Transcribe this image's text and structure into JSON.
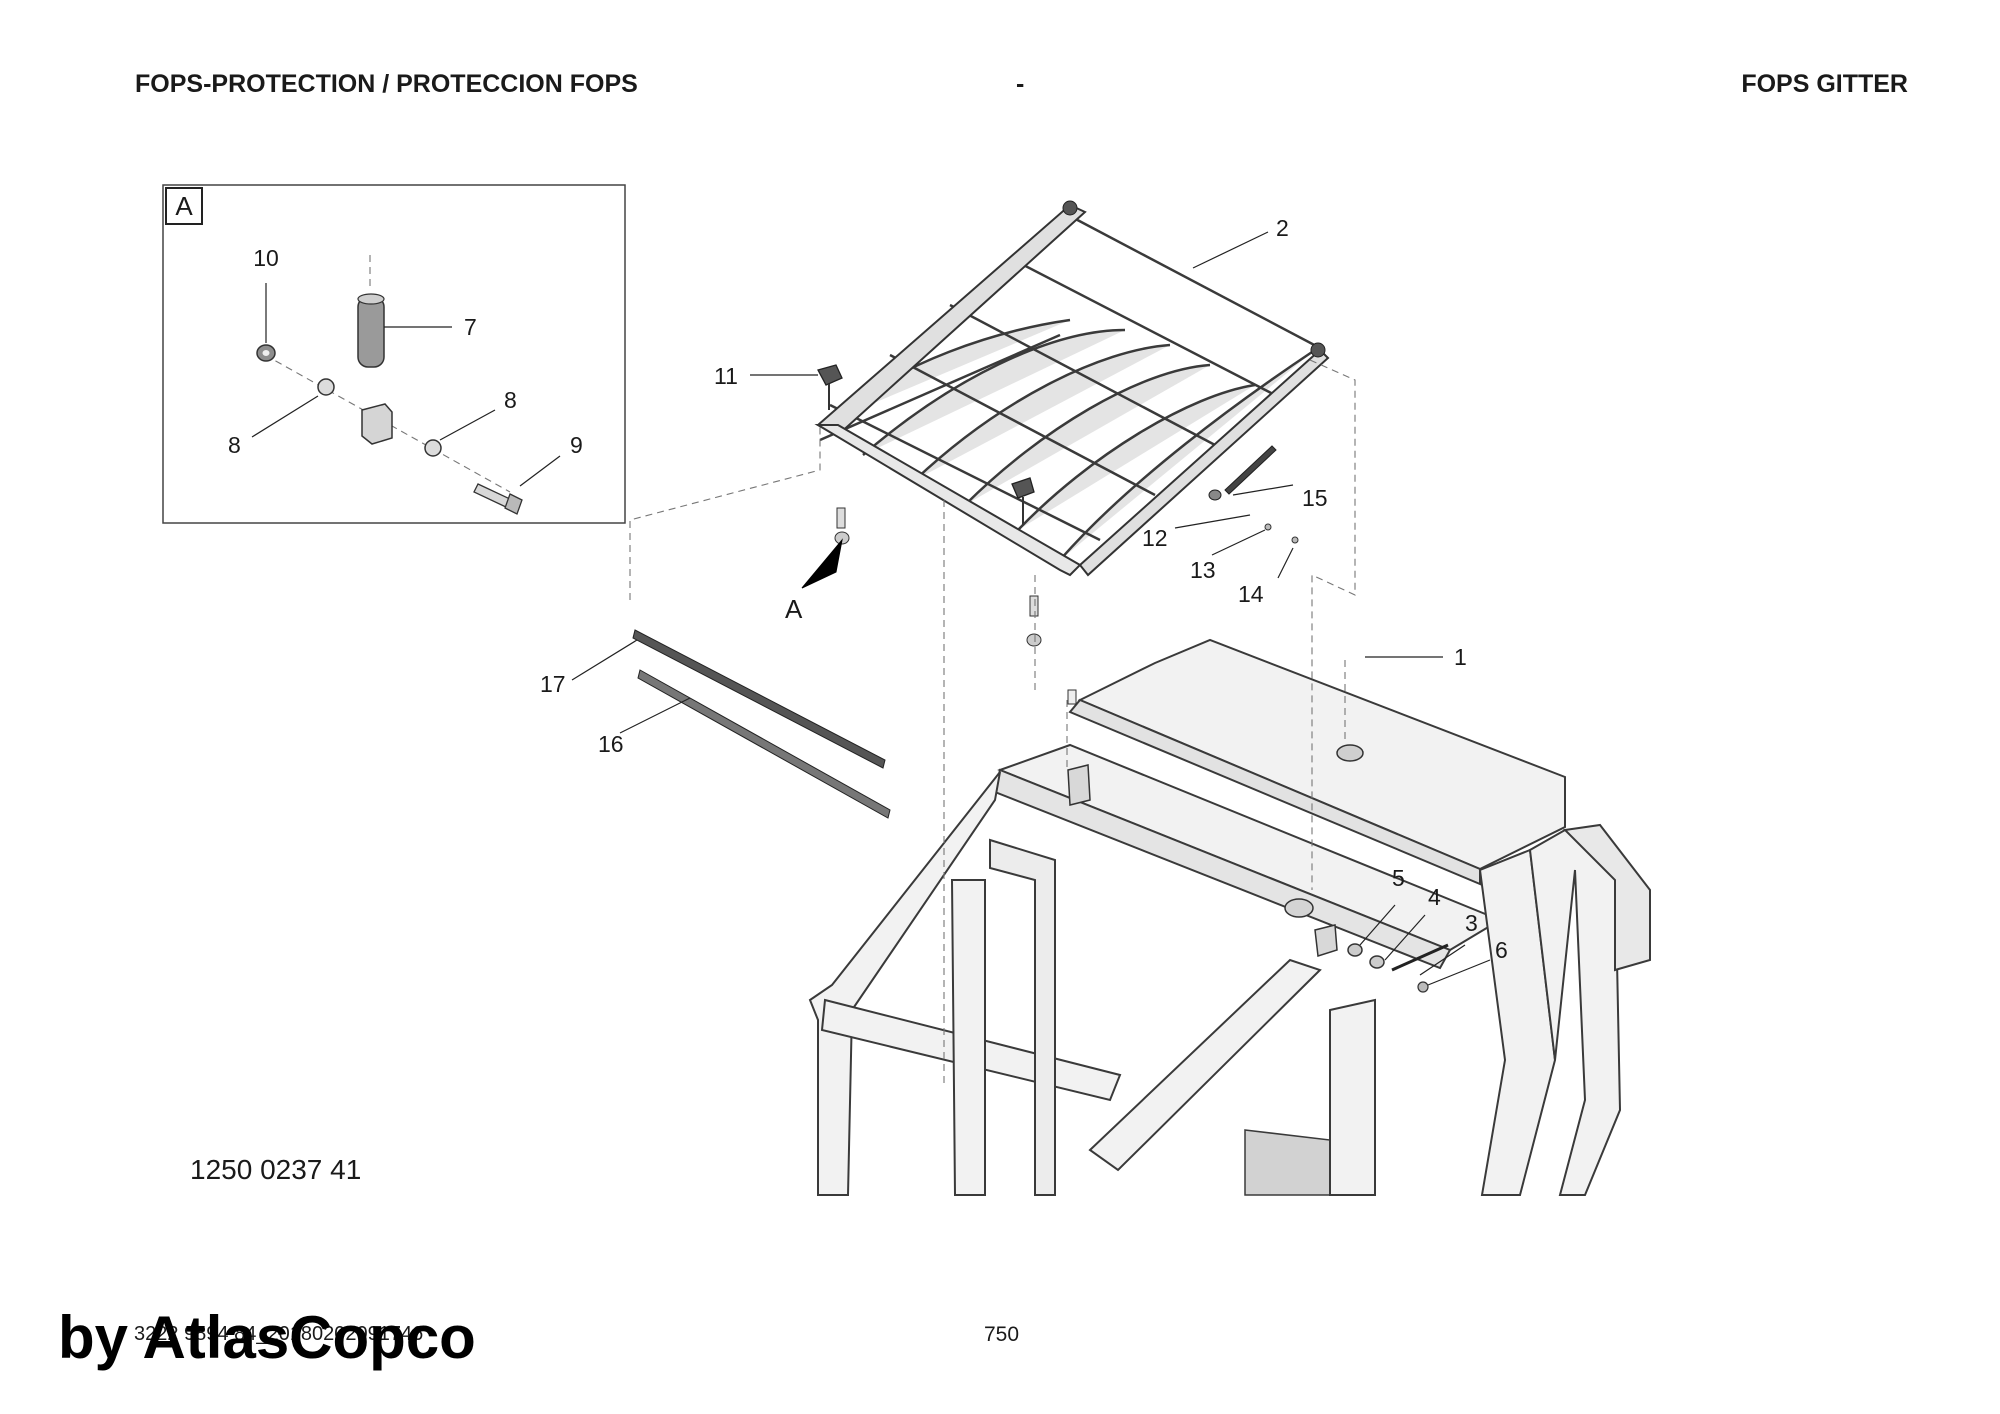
{
  "header": {
    "left": "FOPS-PROTECTION / PROTECCION FOPS",
    "center": "-",
    "right": "FOPS GITTER"
  },
  "detail_box": {
    "label": "A"
  },
  "view_marker": {
    "label": "A"
  },
  "callouts": {
    "c1": "1",
    "c2": "2",
    "c3": "3",
    "c4": "4",
    "c5": "5",
    "c6": "6",
    "c7": "7",
    "c8a": "8",
    "c8b": "8",
    "c9": "9",
    "c10": "10",
    "c11": "11",
    "c12": "12",
    "c13": "13",
    "c14": "14",
    "c15": "15",
    "c16": "16",
    "c17": "17"
  },
  "drawing_number": "1250 0237 41",
  "footer": {
    "doc_ref": "3222 9894 84_20180202091746",
    "page_number": "750",
    "watermark": "by AtlasCopco"
  }
}
